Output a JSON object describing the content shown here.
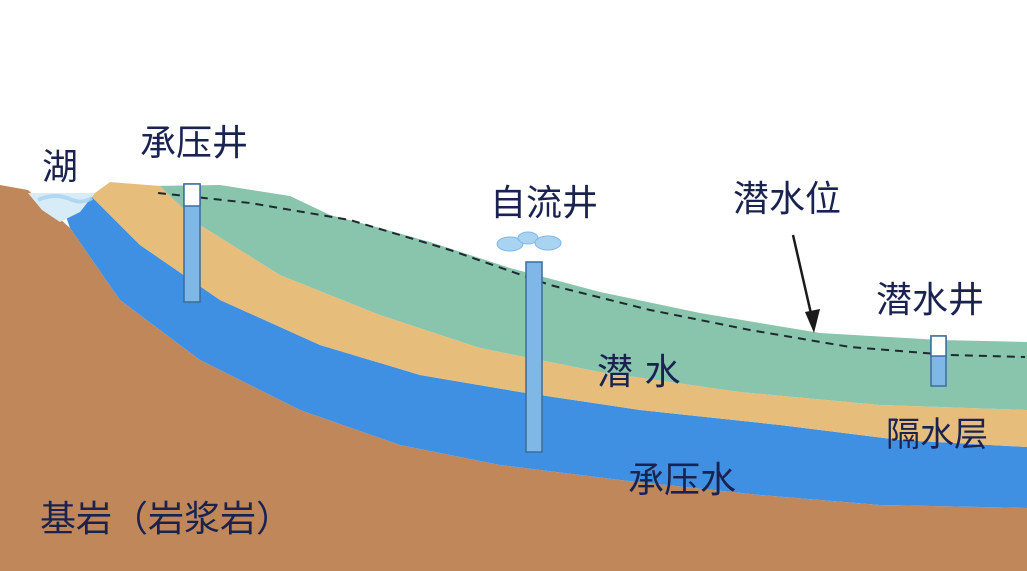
{
  "labels": {
    "lake": "湖",
    "confined_well": "承压井",
    "artesian_well": "自流井",
    "water_table": "潜水位",
    "phreatic_well": "潜水井",
    "phreatic_water": "潜 水",
    "aquiclude": "隔水层",
    "confined_water": "承压水",
    "bedrock": "基岩（岩浆岩）"
  },
  "colors": {
    "background": "#ffffff",
    "bedrock": "#c0875a",
    "confined_aquifer": "#3f8fe3",
    "aquiclude": "#e6bd7a",
    "phreatic_aquifer": "#89c4ad",
    "well": "#7fb7e6",
    "text": "#1a2350",
    "lake": "#d8ecf7"
  }
}
